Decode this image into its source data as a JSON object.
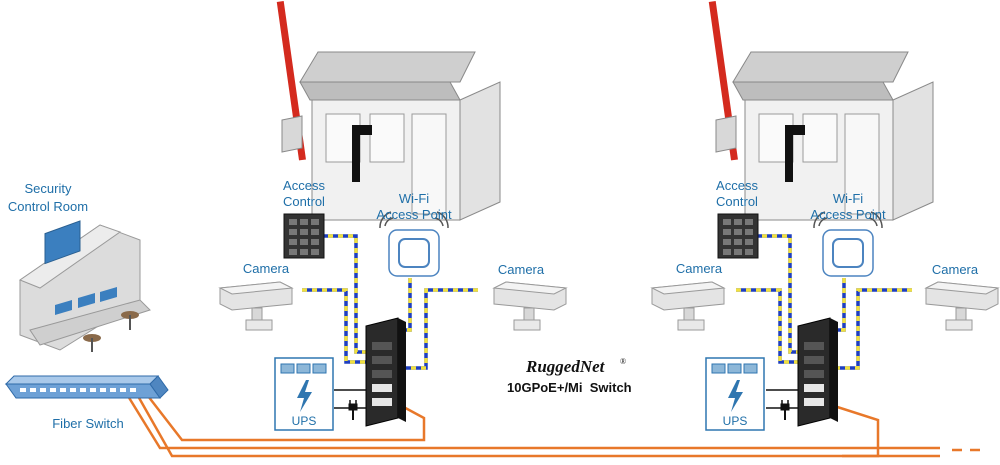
{
  "labels": {
    "control_room": [
      "Security",
      "Control Room"
    ],
    "fiber_switch": "Fiber Switch",
    "camera": "Camera",
    "access_control": [
      "Access",
      "Control"
    ],
    "wifi_ap": [
      "Wi-Fi",
      "Access Point"
    ],
    "ups": "UPS"
  },
  "product": {
    "brand": "RuggedNet",
    "registered": "®",
    "model": "10GPoE+/Mi  Switch"
  },
  "colors": {
    "label_blue": "#1f6fa8",
    "fiber_orange": "#e8782a",
    "copper_blue": "#1f3fbf",
    "copper_yellow": "#f0e040",
    "barrier_red": "#d42a1e"
  }
}
